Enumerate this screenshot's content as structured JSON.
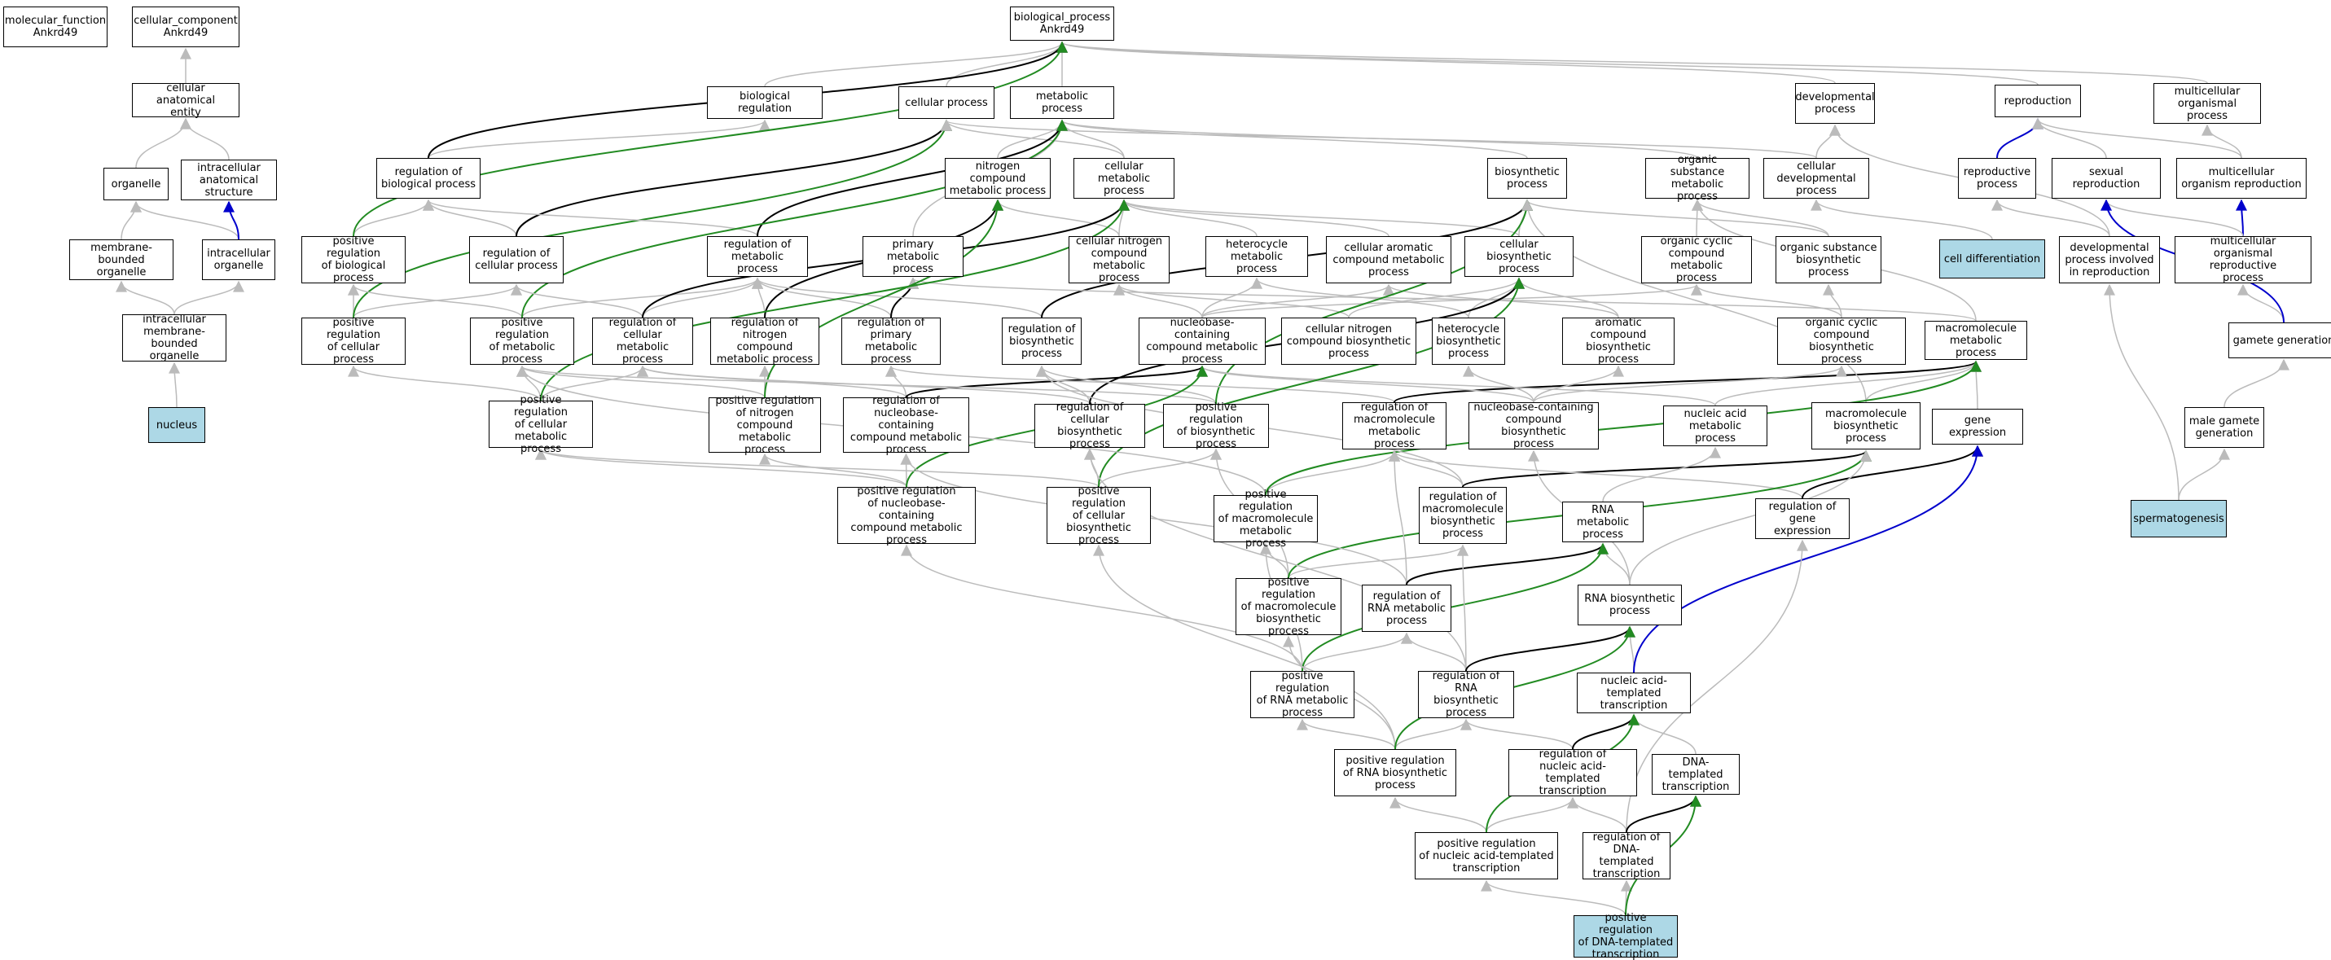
{
  "diagram": {
    "colors": {
      "is_a": "#bbbbbb",
      "regulates": "#000000",
      "positively_regulates": "#228b22",
      "part_of": "#0000cc",
      "highlight": "#add8e6"
    },
    "nodes": [
      {
        "id": "mf",
        "label": "molecular_function\nAnkrd49"
      },
      {
        "id": "cc",
        "label": "cellular_component\nAnkrd49"
      },
      {
        "id": "bp",
        "label": "biological_process\nAnkrd49"
      },
      {
        "id": "cae",
        "label": "cellular anatomical\nentity"
      },
      {
        "id": "organelle",
        "label": "organelle"
      },
      {
        "id": "ias",
        "label": "intracellular\nanatomical structure"
      },
      {
        "id": "mbo",
        "label": "membrane-bounded\norganelle"
      },
      {
        "id": "io",
        "label": "intracellular\norganelle"
      },
      {
        "id": "imbo",
        "label": "intracellular\nmembrane-bounded\norganelle"
      },
      {
        "id": "nucleus",
        "label": "nucleus",
        "highlight": true
      },
      {
        "id": "breg",
        "label": "biological regulation"
      },
      {
        "id": "cp",
        "label": "cellular process"
      },
      {
        "id": "mp",
        "label": "metabolic process"
      },
      {
        "id": "devp",
        "label": "developmental\nprocess"
      },
      {
        "id": "repro",
        "label": "reproduction"
      },
      {
        "id": "mop",
        "label": "multicellular\norganismal process"
      },
      {
        "id": "rbp",
        "label": "regulation of\nbiological process"
      },
      {
        "id": "ncmp",
        "label": "nitrogen compound\nmetabolic process"
      },
      {
        "id": "cmp",
        "label": "cellular metabolic\nprocess"
      },
      {
        "id": "bsp",
        "label": "biosynthetic\nprocess"
      },
      {
        "id": "osmp",
        "label": "organic substance\nmetabolic process"
      },
      {
        "id": "cdevp",
        "label": "cellular developmental\nprocess"
      },
      {
        "id": "rp",
        "label": "reproductive\nprocess"
      },
      {
        "id": "sr",
        "label": "sexual reproduction"
      },
      {
        "id": "mor",
        "label": "multicellular\norganism reproduction"
      },
      {
        "id": "prbp",
        "label": "positive regulation\nof biological\nprocess"
      },
      {
        "id": "rcp",
        "label": "regulation of\ncellular process"
      },
      {
        "id": "rmp",
        "label": "regulation of\nmetabolic process"
      },
      {
        "id": "pmp",
        "label": "primary metabolic\nprocess"
      },
      {
        "id": "cncmp",
        "label": "cellular nitrogen\ncompound metabolic\nprocess"
      },
      {
        "id": "hmp",
        "label": "heterocycle\nmetabolic process"
      },
      {
        "id": "cacmp",
        "label": "cellular aromatic\ncompound metabolic\nprocess"
      },
      {
        "id": "cbp",
        "label": "cellular biosynthetic\nprocess"
      },
      {
        "id": "occmp",
        "label": "organic cyclic\ncompound metabolic\nprocess"
      },
      {
        "id": "osbp",
        "label": "organic substance\nbiosynthetic\nprocess"
      },
      {
        "id": "celldiff",
        "label": "cell differentiation",
        "highlight": true
      },
      {
        "id": "dpir",
        "label": "developmental\nprocess involved\nin reproduction"
      },
      {
        "id": "morp",
        "label": "multicellular\norganismal reproductive\nprocess"
      },
      {
        "id": "prcp",
        "label": "positive regulation\nof cellular\nprocess"
      },
      {
        "id": "prmp",
        "label": "positive regulation\nof metabolic\nprocess"
      },
      {
        "id": "rcmp",
        "label": "regulation of\ncellular metabolic\nprocess"
      },
      {
        "id": "rncmp",
        "label": "regulation of\nnitrogen compound\nmetabolic process"
      },
      {
        "id": "rpmp",
        "label": "regulation of\nprimary metabolic\nprocess"
      },
      {
        "id": "rbsp",
        "label": "regulation of\nbiosynthetic\nprocess"
      },
      {
        "id": "nbcmp",
        "label": "nucleobase-containing\ncompound metabolic\nprocess"
      },
      {
        "id": "cncbp",
        "label": "cellular nitrogen\ncompound biosynthetic\nprocess"
      },
      {
        "id": "hbp",
        "label": "heterocycle\nbiosynthetic\nprocess"
      },
      {
        "id": "acbp",
        "label": "aromatic compound\nbiosynthetic\nprocess"
      },
      {
        "id": "occbp",
        "label": "organic cyclic\ncompound biosynthetic\nprocess"
      },
      {
        "id": "mmp",
        "label": "macromolecule\nmetabolic process"
      },
      {
        "id": "gg",
        "label": "gamete generation"
      },
      {
        "id": "prcmp",
        "label": "positive regulation\nof cellular\nmetabolic process"
      },
      {
        "id": "prncmp",
        "label": "positive regulation\nof nitrogen\ncompound metabolic\nprocess"
      },
      {
        "id": "rnbcmp",
        "label": "regulation of\nnucleobase-containing\ncompound metabolic\nprocess"
      },
      {
        "id": "rcbp",
        "label": "regulation of\ncellular biosynthetic\nprocess"
      },
      {
        "id": "prbsp",
        "label": "positive regulation\nof biosynthetic\nprocess"
      },
      {
        "id": "rmmp",
        "label": "regulation of\nmacromolecule\nmetabolic process"
      },
      {
        "id": "nbcbp",
        "label": "nucleobase-containing\ncompound biosynthetic\nprocess"
      },
      {
        "id": "namp",
        "label": "nucleic acid\nmetabolic process"
      },
      {
        "id": "mbp",
        "label": "macromolecule\nbiosynthetic\nprocess"
      },
      {
        "id": "ge",
        "label": "gene expression"
      },
      {
        "id": "mgg",
        "label": "male gamete\ngeneration"
      },
      {
        "id": "prnbcmp",
        "label": "positive regulation\nof nucleobase-containing\ncompound metabolic\nprocess"
      },
      {
        "id": "prcbp",
        "label": "positive regulation\nof cellular\nbiosynthetic\nprocess"
      },
      {
        "id": "prmmp",
        "label": "positive regulation\nof macromolecule\nmetabolic process"
      },
      {
        "id": "rmbp",
        "label": "regulation of\nmacromolecule\nbiosynthetic\nprocess"
      },
      {
        "id": "rnamp",
        "label": "RNA metabolic\nprocess"
      },
      {
        "id": "rge",
        "label": "regulation of\ngene expression"
      },
      {
        "id": "spermato",
        "label": "spermatogenesis",
        "highlight": true
      },
      {
        "id": "prmbp",
        "label": "positive regulation\nof macromolecule\nbiosynthetic\nprocess"
      },
      {
        "id": "rrnamp",
        "label": "regulation of\nRNA metabolic\nprocess"
      },
      {
        "id": "rnabp",
        "label": "RNA biosynthetic\nprocess"
      },
      {
        "id": "prrnamp",
        "label": "positive regulation\nof RNA metabolic\nprocess"
      },
      {
        "id": "rrnabp",
        "label": "regulation of\nRNA biosynthetic\nprocess"
      },
      {
        "id": "natt",
        "label": "nucleic acid-templated\ntranscription"
      },
      {
        "id": "prrnabp",
        "label": "positive regulation\nof RNA biosynthetic\nprocess"
      },
      {
        "id": "rnatt",
        "label": "regulation of\nnucleic acid-templated\ntranscription"
      },
      {
        "id": "dtt",
        "label": "DNA-templated\ntranscription"
      },
      {
        "id": "prnatt",
        "label": "positive regulation\nof nucleic acid-templated\ntranscription"
      },
      {
        "id": "rdtt",
        "label": "regulation of\nDNA-templated\ntranscription"
      },
      {
        "id": "prdtt",
        "label": "positive regulation\nof DNA-templated\ntranscription",
        "highlight": true
      }
    ],
    "edges": [
      [
        "cae",
        "cc",
        "is_a"
      ],
      [
        "organelle",
        "cae",
        "is_a"
      ],
      [
        "ias",
        "cae",
        "is_a"
      ],
      [
        "mbo",
        "organelle",
        "is_a"
      ],
      [
        "io",
        "organelle",
        "is_a"
      ],
      [
        "io",
        "ias",
        "part_of"
      ],
      [
        "imbo",
        "mbo",
        "is_a"
      ],
      [
        "imbo",
        "io",
        "is_a"
      ],
      [
        "nucleus",
        "imbo",
        "is_a"
      ],
      [
        "breg",
        "bp",
        "is_a"
      ],
      [
        "cp",
        "bp",
        "is_a"
      ],
      [
        "mp",
        "bp",
        "is_a"
      ],
      [
        "devp",
        "bp",
        "is_a"
      ],
      [
        "repro",
        "bp",
        "is_a"
      ],
      [
        "mop",
        "bp",
        "is_a"
      ],
      [
        "rbp",
        "breg",
        "is_a"
      ],
      [
        "rbp",
        "bp",
        "regulates"
      ],
      [
        "prbp",
        "rbp",
        "is_a"
      ],
      [
        "prbp",
        "bp",
        "positively_regulates"
      ],
      [
        "rcp",
        "rbp",
        "is_a"
      ],
      [
        "rcp",
        "cp",
        "regulates"
      ],
      [
        "prcp",
        "prbp",
        "is_a"
      ],
      [
        "prcp",
        "rcp",
        "is_a"
      ],
      [
        "prcp",
        "cp",
        "positively_regulates"
      ],
      [
        "ncmp",
        "mp",
        "is_a"
      ],
      [
        "cmp",
        "mp",
        "is_a"
      ],
      [
        "cmp",
        "cp",
        "is_a"
      ],
      [
        "bsp",
        "mp",
        "is_a"
      ],
      [
        "osmp",
        "mp",
        "is_a"
      ],
      [
        "cdevp",
        "devp",
        "is_a"
      ],
      [
        "cdevp",
        "cp",
        "is_a"
      ],
      [
        "celldiff",
        "cdevp",
        "is_a"
      ],
      [
        "rp",
        "repro",
        "part_of"
      ],
      [
        "sr",
        "repro",
        "is_a"
      ],
      [
        "mor",
        "repro",
        "is_a"
      ],
      [
        "mor",
        "mop",
        "is_a"
      ],
      [
        "morp",
        "mor",
        "part_of"
      ],
      [
        "morp",
        "sr",
        "is_a"
      ],
      [
        "gg",
        "morp",
        "is_a"
      ],
      [
        "gg",
        "sr",
        "part_of"
      ],
      [
        "mgg",
        "gg",
        "is_a"
      ],
      [
        "spermato",
        "mgg",
        "is_a"
      ],
      [
        "spermato",
        "dpir",
        "is_a"
      ],
      [
        "dpir",
        "rp",
        "is_a"
      ],
      [
        "dpir",
        "devp",
        "is_a"
      ],
      [
        "rmp",
        "rbp",
        "is_a"
      ],
      [
        "rmp",
        "mp",
        "regulates"
      ],
      [
        "pmp",
        "mp",
        "is_a"
      ],
      [
        "cncmp",
        "ncmp",
        "is_a"
      ],
      [
        "cncmp",
        "cmp",
        "is_a"
      ],
      [
        "hmp",
        "cmp",
        "is_a"
      ],
      [
        "cacmp",
        "cmp",
        "is_a"
      ],
      [
        "cbp",
        "bsp",
        "is_a"
      ],
      [
        "cbp",
        "cmp",
        "is_a"
      ],
      [
        "occmp",
        "osmp",
        "is_a"
      ],
      [
        "osbp",
        "osmp",
        "is_a"
      ],
      [
        "osbp",
        "bsp",
        "is_a"
      ],
      [
        "prmp",
        "prbp",
        "is_a"
      ],
      [
        "prmp",
        "rmp",
        "is_a"
      ],
      [
        "prmp",
        "mp",
        "positively_regulates"
      ],
      [
        "rcmp",
        "rcp",
        "is_a"
      ],
      [
        "rcmp",
        "rmp",
        "is_a"
      ],
      [
        "rcmp",
        "cmp",
        "regulates"
      ],
      [
        "rncmp",
        "rmp",
        "is_a"
      ],
      [
        "rncmp",
        "ncmp",
        "regulates"
      ],
      [
        "rpmp",
        "rmp",
        "is_a"
      ],
      [
        "rpmp",
        "pmp",
        "regulates"
      ],
      [
        "rbsp",
        "rmp",
        "is_a"
      ],
      [
        "rbsp",
        "bsp",
        "regulates"
      ],
      [
        "nbcmp",
        "cncmp",
        "is_a"
      ],
      [
        "nbcmp",
        "hmp",
        "is_a"
      ],
      [
        "nbcmp",
        "cacmp",
        "is_a"
      ],
      [
        "nbcmp",
        "occmp",
        "is_a"
      ],
      [
        "cncbp",
        "cncmp",
        "is_a"
      ],
      [
        "cncbp",
        "cbp",
        "is_a"
      ],
      [
        "hbp",
        "hmp",
        "is_a"
      ],
      [
        "hbp",
        "cbp",
        "is_a"
      ],
      [
        "acbp",
        "cacmp",
        "is_a"
      ],
      [
        "acbp",
        "cbp",
        "is_a"
      ],
      [
        "occbp",
        "occmp",
        "is_a"
      ],
      [
        "occbp",
        "osbp",
        "is_a"
      ],
      [
        "mmp",
        "pmp",
        "is_a"
      ],
      [
        "mmp",
        "osmp",
        "is_a"
      ],
      [
        "prcmp",
        "prcp",
        "is_a"
      ],
      [
        "prcmp",
        "prmp",
        "is_a"
      ],
      [
        "prcmp",
        "rcmp",
        "is_a"
      ],
      [
        "prcmp",
        "cmp",
        "positively_regulates"
      ],
      [
        "prncmp",
        "prmp",
        "is_a"
      ],
      [
        "prncmp",
        "rncmp",
        "is_a"
      ],
      [
        "prncmp",
        "ncmp",
        "positively_regulates"
      ],
      [
        "rnbcmp",
        "rcmp",
        "is_a"
      ],
      [
        "rnbcmp",
        "rpmp",
        "is_a"
      ],
      [
        "rnbcmp",
        "nbcmp",
        "regulates"
      ],
      [
        "rcbp",
        "rbsp",
        "is_a"
      ],
      [
        "rcbp",
        "rcmp",
        "is_a"
      ],
      [
        "rcbp",
        "cbp",
        "regulates"
      ],
      [
        "prbsp",
        "rbsp",
        "is_a"
      ],
      [
        "prbsp",
        "prmp",
        "is_a"
      ],
      [
        "prbsp",
        "bsp",
        "positively_regulates"
      ],
      [
        "rmmp",
        "rpmp",
        "is_a"
      ],
      [
        "rmmp",
        "mmp",
        "regulates"
      ],
      [
        "nbcbp",
        "nbcmp",
        "is_a"
      ],
      [
        "nbcbp",
        "hbp",
        "is_a"
      ],
      [
        "nbcbp",
        "acbp",
        "is_a"
      ],
      [
        "nbcbp",
        "occbp",
        "is_a"
      ],
      [
        "namp",
        "nbcmp",
        "is_a"
      ],
      [
        "namp",
        "mmp",
        "is_a"
      ],
      [
        "mbp",
        "mmp",
        "is_a"
      ],
      [
        "mbp",
        "bsp",
        "is_a"
      ],
      [
        "ge",
        "mmp",
        "is_a"
      ],
      [
        "prnbcmp",
        "prncmp",
        "is_a"
      ],
      [
        "prnbcmp",
        "prcmp",
        "is_a"
      ],
      [
        "prnbcmp",
        "rnbcmp",
        "is_a"
      ],
      [
        "prnbcmp",
        "nbcmp",
        "positively_regulates"
      ],
      [
        "prcbp",
        "rcbp",
        "is_a"
      ],
      [
        "prcbp",
        "prbsp",
        "is_a"
      ],
      [
        "prcbp",
        "prcmp",
        "is_a"
      ],
      [
        "prcbp",
        "cbp",
        "positively_regulates"
      ],
      [
        "prmmp",
        "rmmp",
        "is_a"
      ],
      [
        "prmmp",
        "prmp",
        "is_a"
      ],
      [
        "prmmp",
        "mmp",
        "positively_regulates"
      ],
      [
        "rmbp",
        "rmmp",
        "is_a"
      ],
      [
        "rmbp",
        "rbsp",
        "is_a"
      ],
      [
        "rmbp",
        "mbp",
        "regulates"
      ],
      [
        "rnamp",
        "namp",
        "is_a"
      ],
      [
        "rge",
        "rmmp",
        "is_a"
      ],
      [
        "rge",
        "ge",
        "regulates"
      ],
      [
        "prmbp",
        "prmmp",
        "is_a"
      ],
      [
        "prmbp",
        "rmbp",
        "is_a"
      ],
      [
        "prmbp",
        "prbsp",
        "is_a"
      ],
      [
        "prmbp",
        "mbp",
        "positively_regulates"
      ],
      [
        "rrnamp",
        "rmmp",
        "is_a"
      ],
      [
        "rrnamp",
        "rnbcmp",
        "is_a"
      ],
      [
        "rrnamp",
        "rnamp",
        "regulates"
      ],
      [
        "rnabp",
        "rnamp",
        "is_a"
      ],
      [
        "rnabp",
        "nbcbp",
        "is_a"
      ],
      [
        "rnabp",
        "mbp",
        "is_a"
      ],
      [
        "prrnamp",
        "prnbcmp",
        "is_a"
      ],
      [
        "prrnamp",
        "rrnamp",
        "is_a"
      ],
      [
        "prrnamp",
        "prmmp",
        "is_a"
      ],
      [
        "prrnamp",
        "rnamp",
        "positively_regulates"
      ],
      [
        "rrnabp",
        "rrnamp",
        "is_a"
      ],
      [
        "rrnabp",
        "rmbp",
        "is_a"
      ],
      [
        "rrnabp",
        "rcbp",
        "is_a"
      ],
      [
        "rrnabp",
        "rnabp",
        "regulates"
      ],
      [
        "natt",
        "rnabp",
        "is_a"
      ],
      [
        "natt",
        "ge",
        "part_of"
      ],
      [
        "prrnabp",
        "prrnamp",
        "is_a"
      ],
      [
        "prrnabp",
        "rrnabp",
        "is_a"
      ],
      [
        "prrnabp",
        "prmbp",
        "is_a"
      ],
      [
        "prrnabp",
        "prcbp",
        "is_a"
      ],
      [
        "prrnabp",
        "rnabp",
        "positively_regulates"
      ],
      [
        "rnatt",
        "rrnabp",
        "is_a"
      ],
      [
        "rnatt",
        "natt",
        "regulates"
      ],
      [
        "dtt",
        "natt",
        "is_a"
      ],
      [
        "prnatt",
        "prrnabp",
        "is_a"
      ],
      [
        "prnatt",
        "rnatt",
        "is_a"
      ],
      [
        "prnatt",
        "natt",
        "positively_regulates"
      ],
      [
        "rdtt",
        "rnatt",
        "is_a"
      ],
      [
        "rdtt",
        "rge",
        "is_a"
      ],
      [
        "rdtt",
        "dtt",
        "regulates"
      ],
      [
        "prdtt",
        "prnatt",
        "is_a"
      ],
      [
        "prdtt",
        "rdtt",
        "is_a"
      ],
      [
        "prdtt",
        "dtt",
        "positively_regulates"
      ]
    ]
  }
}
